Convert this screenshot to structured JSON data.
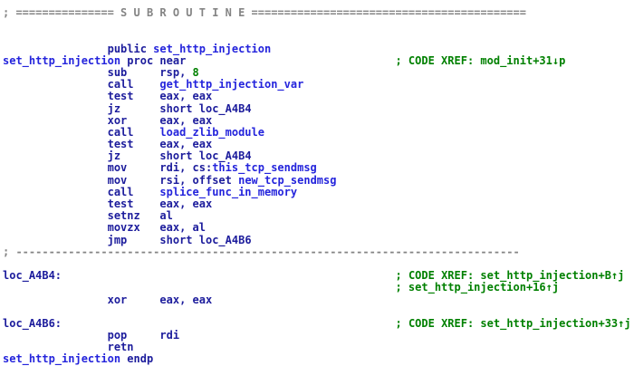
{
  "colors": {
    "background": "#ffffff",
    "default_code": "#1c1c9c",
    "symbol_name": "#2424dc",
    "comment_green": "#008000",
    "banner_gray": "#848484"
  },
  "listing": {
    "lines": [
      {
        "name": "banner-line",
        "segments": [
          {
            "text": "; =============== S U B R O U T I N E ==========================================",
            "type": "banner"
          }
        ]
      },
      {
        "name": "blank-line",
        "segments": []
      },
      {
        "name": "blank-line",
        "segments": []
      },
      {
        "name": "public-decl-line",
        "segments": [
          {
            "text": "                public ",
            "type": "code"
          },
          {
            "text": "set_http_injection",
            "type": "name"
          }
        ]
      },
      {
        "name": "proc-header-line",
        "segments": [
          {
            "text": "set_http_injection",
            "type": "name"
          },
          {
            "text": " proc near",
            "type": "code"
          },
          {
            "text": "                                ",
            "type": "pad"
          },
          {
            "text": "; CODE XREF: mod_init+31↓p",
            "type": "comment"
          }
        ]
      },
      {
        "name": "instruction-line",
        "segments": [
          {
            "text": "                sub     rsp, ",
            "type": "code"
          },
          {
            "text": "8",
            "type": "number"
          }
        ]
      },
      {
        "name": "instruction-line",
        "segments": [
          {
            "text": "                call    ",
            "type": "code"
          },
          {
            "text": "get_http_injection_var",
            "type": "name"
          }
        ]
      },
      {
        "name": "instruction-line",
        "segments": [
          {
            "text": "                test    eax, eax",
            "type": "code"
          }
        ]
      },
      {
        "name": "instruction-line",
        "segments": [
          {
            "text": "                jz      short ",
            "type": "code"
          },
          {
            "text": "loc_A4B4",
            "type": "label"
          }
        ]
      },
      {
        "name": "instruction-line",
        "segments": [
          {
            "text": "                xor     eax, eax",
            "type": "code"
          }
        ]
      },
      {
        "name": "instruction-line",
        "segments": [
          {
            "text": "                call    ",
            "type": "code"
          },
          {
            "text": "load_zlib_module",
            "type": "name"
          }
        ]
      },
      {
        "name": "instruction-line",
        "segments": [
          {
            "text": "                test    eax, eax",
            "type": "code"
          }
        ]
      },
      {
        "name": "instruction-line",
        "segments": [
          {
            "text": "                jz      short ",
            "type": "code"
          },
          {
            "text": "loc_A4B4",
            "type": "label"
          }
        ]
      },
      {
        "name": "instruction-line",
        "segments": [
          {
            "text": "                mov     rdi, cs:",
            "type": "code"
          },
          {
            "text": "this_tcp_sendmsg",
            "type": "name"
          }
        ]
      },
      {
        "name": "instruction-line",
        "segments": [
          {
            "text": "                mov     rsi, offset ",
            "type": "code"
          },
          {
            "text": "new_tcp_sendmsg",
            "type": "name"
          }
        ]
      },
      {
        "name": "instruction-line",
        "segments": [
          {
            "text": "                call    ",
            "type": "code"
          },
          {
            "text": "splice_func_in_memory",
            "type": "name"
          }
        ]
      },
      {
        "name": "instruction-line",
        "segments": [
          {
            "text": "                test    eax, eax",
            "type": "code"
          }
        ]
      },
      {
        "name": "instruction-line",
        "segments": [
          {
            "text": "                setnz   al",
            "type": "code"
          }
        ]
      },
      {
        "name": "instruction-line",
        "segments": [
          {
            "text": "                movzx   eax, al",
            "type": "code"
          }
        ]
      },
      {
        "name": "instruction-line",
        "segments": [
          {
            "text": "                jmp     short ",
            "type": "code"
          },
          {
            "text": "loc_A4B6",
            "type": "label"
          }
        ]
      },
      {
        "name": "separator-line",
        "segments": [
          {
            "text": "; -----------------------------------------------------------------------------",
            "type": "separator"
          }
        ]
      },
      {
        "name": "blank-line",
        "segments": []
      },
      {
        "name": "label-line",
        "segments": [
          {
            "text": "loc_A4B4:",
            "type": "label"
          },
          {
            "text": "                                                   ",
            "type": "pad"
          },
          {
            "text": "; CODE XREF: set_http_injection+B↑j",
            "type": "comment"
          }
        ]
      },
      {
        "name": "comment-line",
        "segments": [
          {
            "text": "                                                            ",
            "type": "pad"
          },
          {
            "text": "; set_http_injection+16↑j",
            "type": "comment"
          }
        ]
      },
      {
        "name": "instruction-line",
        "segments": [
          {
            "text": "                xor     eax, eax",
            "type": "code"
          }
        ]
      },
      {
        "name": "blank-line",
        "segments": []
      },
      {
        "name": "label-line",
        "segments": [
          {
            "text": "loc_A4B6:",
            "type": "label"
          },
          {
            "text": "                                                   ",
            "type": "pad"
          },
          {
            "text": "; CODE XREF: set_http_injection+33↑j",
            "type": "comment"
          }
        ]
      },
      {
        "name": "instruction-line",
        "segments": [
          {
            "text": "                pop     rdi",
            "type": "code"
          }
        ]
      },
      {
        "name": "instruction-line",
        "segments": [
          {
            "text": "                retn",
            "type": "code"
          }
        ]
      },
      {
        "name": "endp-line",
        "segments": [
          {
            "text": "set_http_injection",
            "type": "name"
          },
          {
            "text": " endp",
            "type": "code"
          }
        ]
      }
    ]
  }
}
